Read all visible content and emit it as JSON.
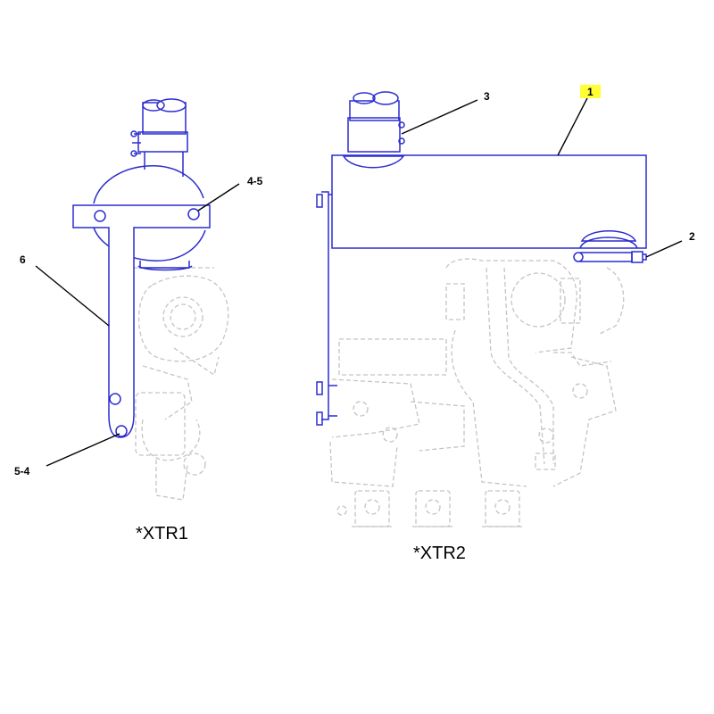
{
  "colors": {
    "part_stroke": "#2b2bd0",
    "ghost_stroke": "#c4c4c4",
    "leader": "#000000",
    "callout_highlight": "#ffff33"
  },
  "views": [
    {
      "label": "*XTR1"
    },
    {
      "label": "*XTR2"
    }
  ],
  "callouts": [
    {
      "text": "1",
      "highlighted": true
    },
    {
      "text": "2",
      "highlighted": false
    },
    {
      "text": "3",
      "highlighted": false
    },
    {
      "text": "4-5",
      "highlighted": false
    },
    {
      "text": "6",
      "highlighted": false
    },
    {
      "text": "5-4",
      "highlighted": false
    }
  ]
}
